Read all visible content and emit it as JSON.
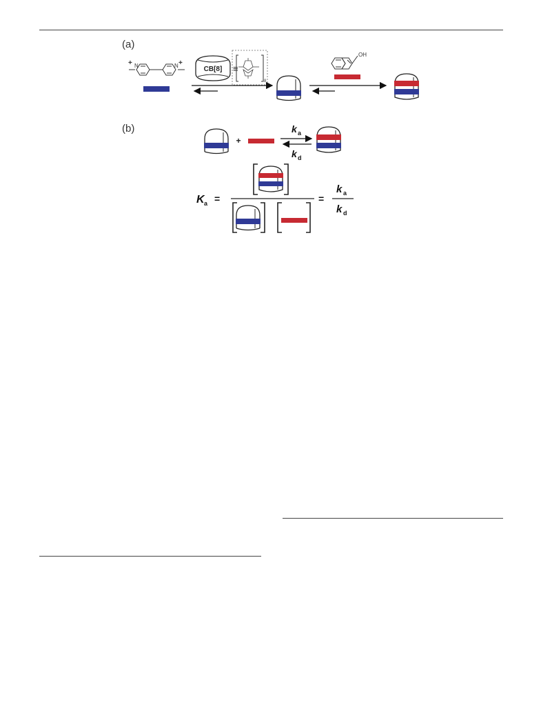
{
  "panels": {
    "a": {
      "label": "(a)"
    },
    "b": {
      "label": "(b)"
    }
  },
  "scheme_a": {
    "host_label": "CB[8]",
    "equiv_symbol": "≡",
    "repeat_subscript": "8",
    "guest_substituent": "OH",
    "viologen_charge": "+",
    "ring_atom": "N"
  },
  "scheme_b": {
    "plus": "+",
    "rate_forward_letter": "k",
    "rate_forward_sub": "a",
    "rate_reverse_letter": "k",
    "rate_reverse_sub": "d",
    "equilibrium_letter": "K",
    "equilibrium_sub": "a",
    "equals": "=",
    "ratio_num_letter": "k",
    "ratio_num_sub": "a",
    "ratio_den_letter": "k",
    "ratio_den_sub": "d"
  },
  "colors": {
    "blue_guest": "#2f3a96",
    "red_guest": "#c72a32",
    "line": "#222222"
  }
}
